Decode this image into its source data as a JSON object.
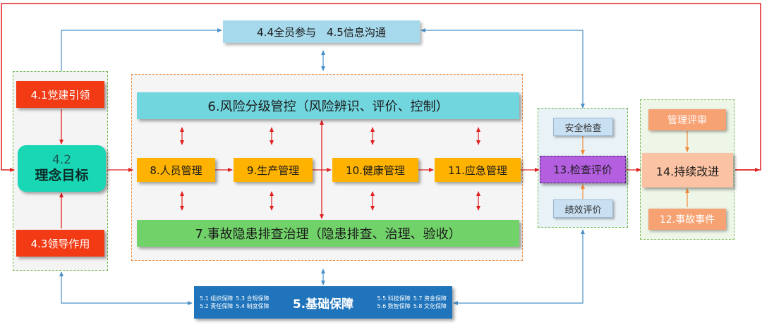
{
  "nodes": {
    "n4_1": "4.1党建引领",
    "n4_2_num": "4.2",
    "n4_2_label": "理念目标",
    "n4_3": "4.3领导作用",
    "n4_4_4_5": "4.4全员参与　4.5信息沟通",
    "n6": "6.风险分级管控（风险辨识、评价、控制）",
    "n7": "7.事故隐患排查治理（隐患排查、治理、验收）",
    "n8": "8.人员管理",
    "n9": "9.生产管理",
    "n10": "10.健康管理",
    "n11": "11.应急管理",
    "n13": "13.检查评价",
    "safety_check": "安全检查",
    "performance_eval": "绩效评价",
    "n14": "14.持续改进",
    "mgmt_review": "管理评审",
    "n12": "12.事故事件",
    "n5": "5.基础保障",
    "n5_subs_left": [
      "5.1 组织保障",
      "5.3 合规保障",
      "5.2 责任保障",
      "5.4 制度保障"
    ],
    "n5_subs_right": [
      "5.5 科技保障",
      "5.7 资金保障",
      "5.6 数智保障",
      "5.8 文化保障"
    ]
  },
  "colors": {
    "red_box": "#f23a14",
    "orange_box": "#ffb300",
    "cyan_bar": "#72d6df",
    "green_bar": "#72d26a",
    "teal_node": "#19d6b5",
    "purple_node": "#b45fe0",
    "peach_node": "#fbc2a3",
    "dark_blue_bar": "#1f74bb",
    "red_arrow": "#e02020",
    "blue_arrow": "#4a90c8",
    "orange_arrow": "#f28a38"
  }
}
